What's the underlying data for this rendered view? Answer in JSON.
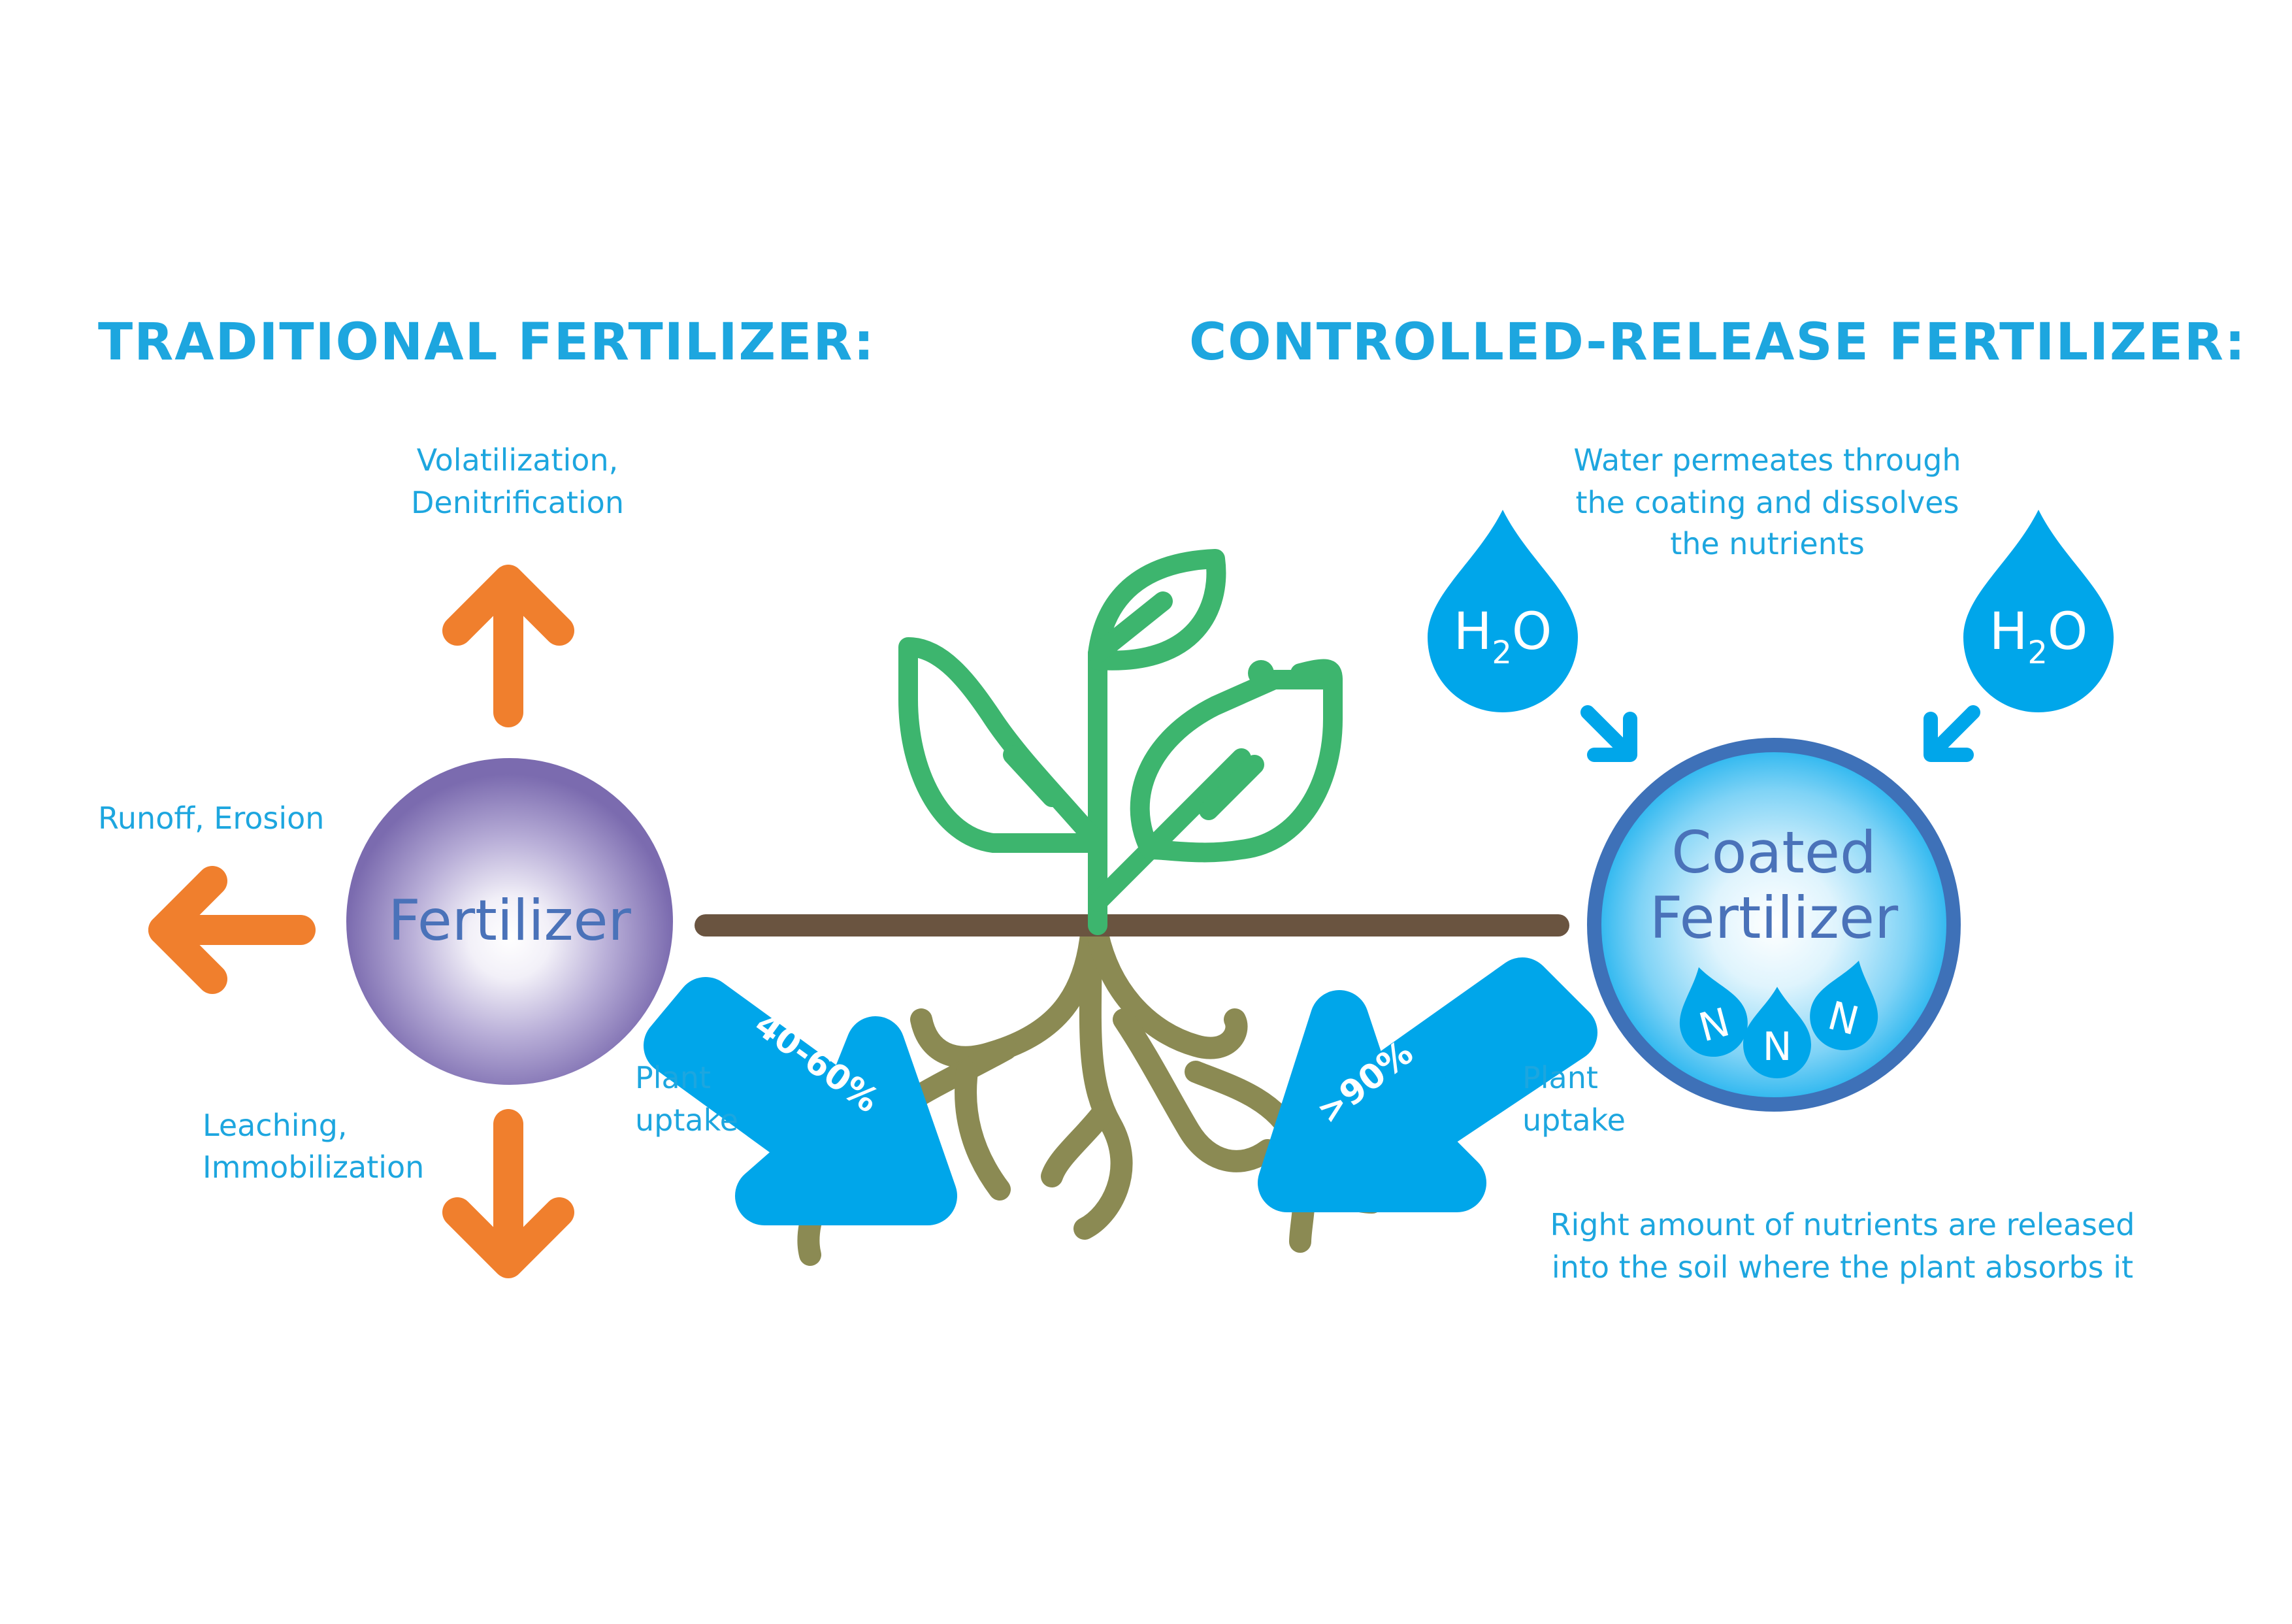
{
  "colors": {
    "blue_text": "#1DA6DF",
    "orange": "#F07F2D",
    "green": "#3DB56E",
    "root": "#8B8A53",
    "soil": "#6A5440",
    "arrow_blue": "#00A6EA",
    "purple_ring": "#7B6BAF",
    "coat_ring": "#3E71B8",
    "inner_text": "#4A72B9"
  },
  "traditional": {
    "heading": "TRADITIONAL FERTILIZER:",
    "ball_label": "Fertilizer",
    "up_label_1": "Volatilization,",
    "up_label_2": "Denitrification",
    "left_label": "Runoff, Erosion",
    "down_label_1": "Leaching,",
    "down_label_2": "Immobilization",
    "uptake_label_1": "Plant",
    "uptake_label_2": "uptake",
    "uptake_percent": "40-60%"
  },
  "controlled": {
    "heading": "CONTROLLED-RELEASE FERTILIZER:",
    "water_note_1": "Water permeates through",
    "water_note_2": "the coating and dissolves",
    "water_note_3": "the nutrients",
    "drop_main": "H",
    "drop_sub": "2",
    "drop_end": "O",
    "ball_label_1": "Coated",
    "ball_label_2": "Fertilizer",
    "nutrient_symbol": "N",
    "uptake_label_1": "Plant",
    "uptake_label_2": "uptake",
    "uptake_percent": ">90%",
    "release_note_1": "Right amount of nutrients are released",
    "release_note_2": "into the soil where the plant absorbs it"
  },
  "icons": [
    "arrow-up-icon",
    "arrow-left-icon",
    "arrow-down-icon",
    "plant-icon",
    "water-drop-icon",
    "nutrient-drop-icon"
  ]
}
